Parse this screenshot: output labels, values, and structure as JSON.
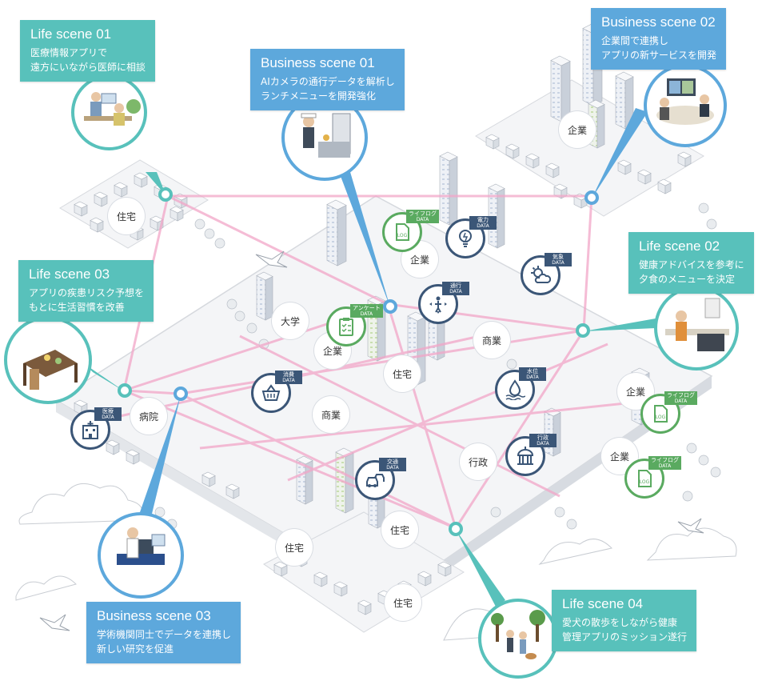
{
  "callouts": [
    {
      "id": "life01",
      "kind": "life",
      "title": "Life scene 01",
      "lines": [
        "医療情報アプリで",
        "遠方にいながら医師に相談"
      ]
    },
    {
      "id": "biz01",
      "kind": "biz",
      "title": "Business scene 01",
      "lines": [
        "AIカメラの通行データを解析し",
        "ランチメニューを開発強化"
      ]
    },
    {
      "id": "biz02",
      "kind": "biz",
      "title": "Business scene 02",
      "lines": [
        "企業間で連携し",
        "アプリの新サービスを開発"
      ]
    },
    {
      "id": "life02",
      "kind": "life",
      "title": "Life scene 02",
      "lines": [
        "健康アドバイスを参考に",
        "夕食のメニューを決定"
      ]
    },
    {
      "id": "life03",
      "kind": "life",
      "title": "Life scene 03",
      "lines": [
        "アプリの疾患リスク予想を",
        "もとに生活習慣を改善"
      ]
    },
    {
      "id": "biz03",
      "kind": "biz",
      "title": "Business scene 03",
      "lines": [
        "学術機関同士でデータを連携し",
        "新しい研究を促進"
      ]
    },
    {
      "id": "life04",
      "kind": "life",
      "title": "Life scene 04",
      "lines": [
        "愛犬の散歩をしながら健康",
        "管理アプリのミッション遂行"
      ]
    }
  ],
  "zones": [
    "住宅",
    "企業",
    "企業",
    "大学",
    "企業",
    "住宅",
    "商業",
    "病院",
    "商業",
    "企業",
    "企業",
    "行政",
    "住宅",
    "住宅",
    "住宅"
  ],
  "data_icons": [
    {
      "icon": "log-icon",
      "label": "ライフログ",
      "sub": "DATA",
      "color": "green"
    },
    {
      "icon": "lightbulb-icon",
      "label": "電力",
      "sub": "DATA",
      "color": "navy"
    },
    {
      "icon": "weather-icon",
      "label": "気象",
      "sub": "DATA",
      "color": "navy"
    },
    {
      "icon": "traffic-flow-icon",
      "label": "通行",
      "sub": "DATA",
      "color": "navy"
    },
    {
      "icon": "clipboard-icon",
      "label": "アンケート",
      "sub": "DATA",
      "color": "green"
    },
    {
      "icon": "basket-icon",
      "label": "消費",
      "sub": "DATA",
      "color": "navy"
    },
    {
      "icon": "water-icon",
      "label": "水位",
      "sub": "DATA",
      "color": "navy"
    },
    {
      "icon": "hospital-icon",
      "label": "医療",
      "sub": "DATA",
      "color": "navy"
    },
    {
      "icon": "government-icon",
      "label": "行政",
      "sub": "DATA",
      "color": "navy"
    },
    {
      "icon": "cars-icon",
      "label": "交通",
      "sub": "DATA",
      "color": "navy"
    },
    {
      "icon": "log-icon",
      "label": "ライフログ",
      "sub": "DATA",
      "color": "green"
    },
    {
      "icon": "log-icon",
      "label": "ライフログ",
      "sub": "DATA",
      "color": "green"
    }
  ],
  "log_text": "LOG",
  "colors": {
    "life": "#58c1bb",
    "business": "#5da8dc",
    "data_navy": "#3b5677",
    "data_green": "#5aaa60",
    "network": "#f2a6c8"
  }
}
